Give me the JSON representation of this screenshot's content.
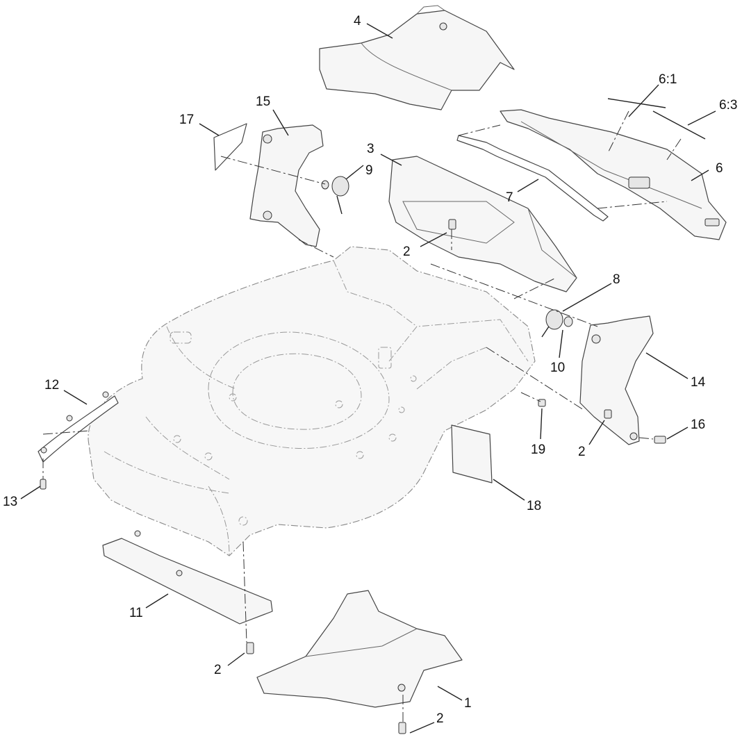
{
  "diagram": {
    "callouts": {
      "c1": "1",
      "c2a": "2",
      "c2b": "2",
      "c2c": "2",
      "c2d": "2",
      "c3": "3",
      "c4": "4",
      "c6": "6",
      "c6_1": "6:1",
      "c6_3": "6:3",
      "c7": "7",
      "c8": "8",
      "c9": "9",
      "c10": "10",
      "c11": "11",
      "c12": "12",
      "c13": "13",
      "c14": "14",
      "c15": "15",
      "c16": "16",
      "c17": "17",
      "c18": "18",
      "c19": "19"
    }
  }
}
